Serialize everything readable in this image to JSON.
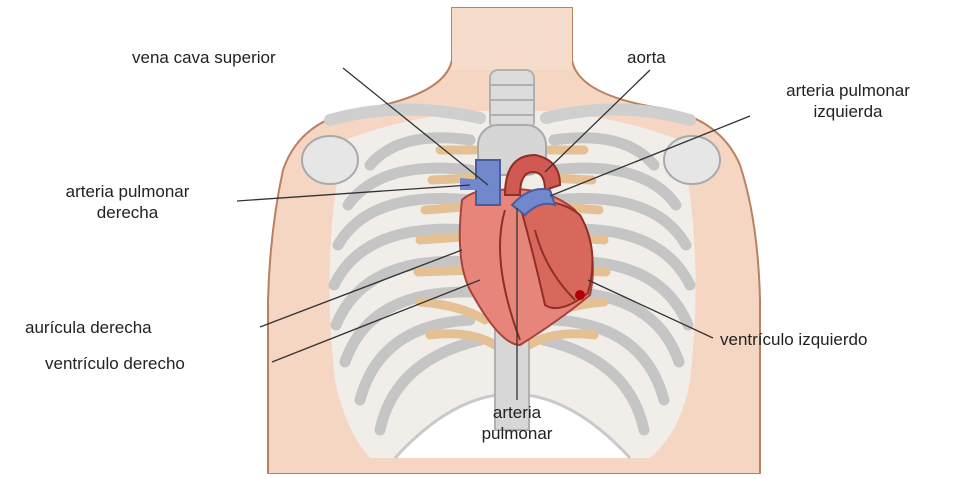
{
  "labels": {
    "vena_cava_superior": "vena cava superior",
    "aorta": "aorta",
    "arteria_pulmonar_izquierda_1": "arteria pulmonar",
    "arteria_pulmonar_izquierda_2": "izquierda",
    "arteria_pulmonar_derecha_1": "arteria pulmonar",
    "arteria_pulmonar_derecha_2": "derecha",
    "auricula_derecha": "aurícula derecha",
    "ventriculo_derecho": "ventrículo derecho",
    "ventriculo_izquierdo": "ventrículo izquierdo",
    "arteria_pulmonar_1": "arteria",
    "arteria_pulmonar_2": "pulmonar"
  },
  "colors": {
    "skin": "#f3d3bd",
    "skin_outline": "#b5795a",
    "bone": "#e9e9e9",
    "bone_shade": "#b9b9b9",
    "cartilage": "#e8c49a",
    "heart": "#e07a6a",
    "heart_dark": "#b8463c",
    "vein": "#6f86c8",
    "leader": "#333333"
  }
}
